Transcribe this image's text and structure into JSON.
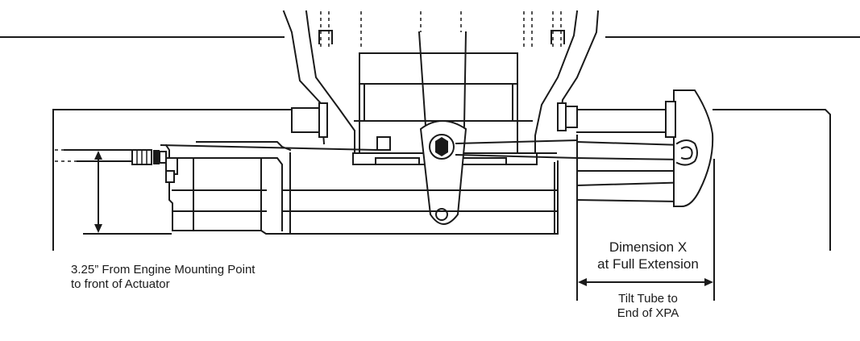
{
  "annotations": {
    "mounting_note_line1": "3.25” From Engine Mounting Point",
    "mounting_note_line2": "to front of Actuator",
    "dimension_line1": "Dimension X",
    "dimension_line2": "at Full Extension",
    "tilt_line1": "Tilt Tube to",
    "tilt_line2": "End of XPA"
  },
  "colors": {
    "line": "#1a1a1a",
    "background": "#ffffff"
  }
}
